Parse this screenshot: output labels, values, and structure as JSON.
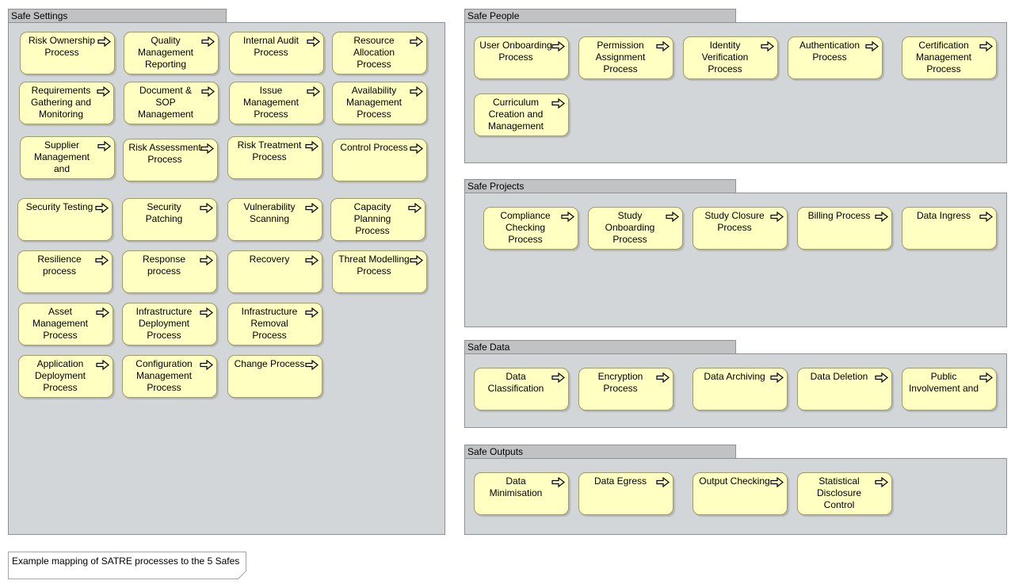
{
  "groups": [
    {
      "title": "Safe Settings",
      "processes": [
        "Risk Ownership Process",
        "Quality Management Reporting",
        "Internal Audit Process",
        "Resource Allocation Process",
        "Requirements Gathering and Monitoring",
        "Document & SOP Management",
        "Issue Management Process",
        "Availability Management Process",
        "Supplier Management and",
        "Risk Assessment Process",
        "Risk Treatment Process",
        "Control Process",
        "Security Testing",
        "Security Patching",
        "Vulnerability Scanning",
        "Capacity Planning Process",
        "Resilience process",
        "Response process",
        "Recovery",
        "Threat Modelling Process",
        "Asset Management Process",
        "Infrastructure Deployment Process",
        "Infrastructure Removal Process",
        "Application Deployment Process",
        "Configuration Management Process",
        "Change Process"
      ]
    },
    {
      "title": "Safe People",
      "processes": [
        "User Onboarding Process",
        "Permission Assignment Process",
        "Identity Verification Process",
        "Authentication Process",
        "Certification Management Process",
        "Curriculum Creation and Management"
      ]
    },
    {
      "title": "Safe Projects",
      "processes": [
        "Compliance Checking Process",
        "Study Onboarding Process",
        "Study Closure Process",
        "Billing Process",
        "Data Ingress"
      ]
    },
    {
      "title": "Safe Data",
      "processes": [
        "Data Classification",
        "Encryption Process",
        "Data Archiving",
        "Data Deletion",
        "Public Involvement and"
      ]
    },
    {
      "title": "Safe Outputs",
      "processes": [
        "Data Minimisation",
        "Data Egress",
        "Output Checking",
        "Statistical Disclosure Control"
      ]
    }
  ],
  "note": "Example mapping of SATRE processes to the 5 Safes",
  "icon": "process-arrow-icon",
  "colors": {
    "process_fill": "#ffffc1",
    "process_border": "#9d9d68",
    "group_fill": "#d3d6d8",
    "group_tab_fill": "#c0c2c4",
    "group_border": "#8e9194"
  }
}
